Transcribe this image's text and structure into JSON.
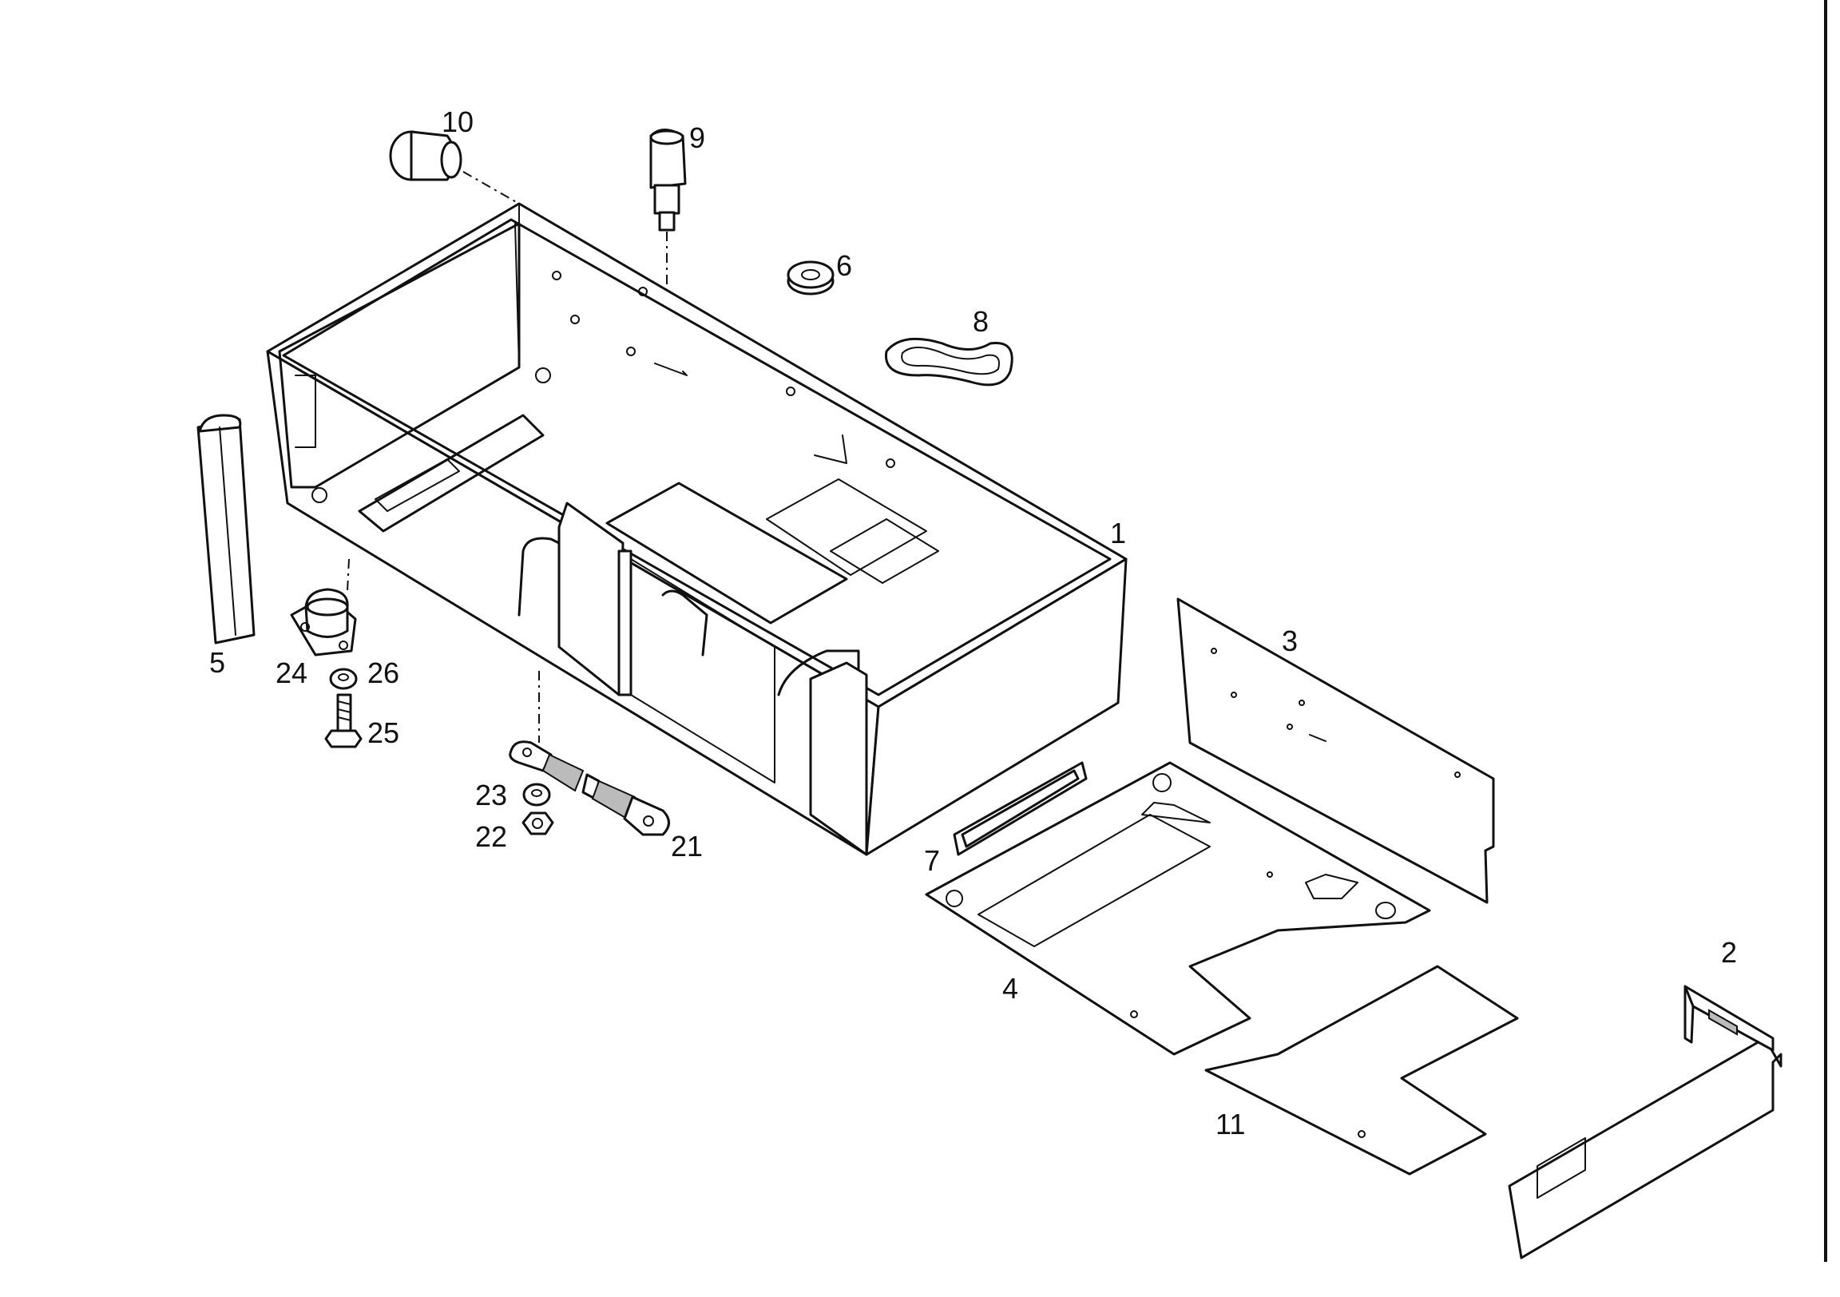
{
  "diagram": {
    "callouts": {
      "c1": "1",
      "c2": "2",
      "c3": "3",
      "c4": "4",
      "c5": "5",
      "c6": "6",
      "c7": "7",
      "c8": "8",
      "c9": "9",
      "c10": "10",
      "c11": "11",
      "c21": "21",
      "c22": "22",
      "c23": "23",
      "c24": "24",
      "c25": "25",
      "c26": "26"
    }
  }
}
